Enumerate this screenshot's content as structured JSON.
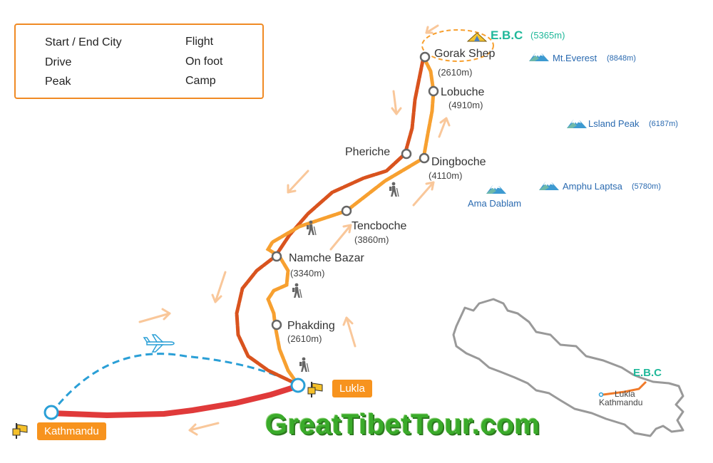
{
  "legend": {
    "start_end_city": "Start / End City",
    "drive": "Drive",
    "peak": "Peak",
    "flight": "Flight",
    "on_foot": "On foot",
    "camp": "Camp"
  },
  "stops": {
    "gorak_shep": {
      "name": "Gorak Shep",
      "alt": "(2610m)"
    },
    "lobuche": {
      "name": "Lobuche",
      "alt": "(4910m)"
    },
    "pheriche": {
      "name": "Pheriche"
    },
    "dingboche": {
      "name": "Dingboche",
      "alt": "(4110m)"
    },
    "tencboche": {
      "name": "Tencboche",
      "alt": "(3860m)"
    },
    "namche": {
      "name": "Namche Bazar",
      "alt": "(3340m)"
    },
    "phakding": {
      "name": "Phakding",
      "alt": "(2610m)"
    },
    "lukla": {
      "name": "Lukla"
    },
    "kathmandu": {
      "name": "Kathmandu"
    }
  },
  "ebc": {
    "name": "E.B.C",
    "alt": "(5365m)"
  },
  "peaks": {
    "everest": {
      "name": "Mt.Everest",
      "alt": "(8848m)"
    },
    "island": {
      "name": "Lsland Peak",
      "alt": "(6187m)"
    },
    "amphu": {
      "name": "Amphu Laptsa",
      "alt": "(5780m)"
    },
    "ama": {
      "name": "Ama Dablam"
    }
  },
  "inset": {
    "ebc": "E.B.C",
    "lukla": "Lukla",
    "kathmandu": "Kathmandu"
  },
  "brand": "GreatTibetTour.com",
  "colors": {
    "route_up": "#f7a030",
    "route_down": "#d9531e",
    "drive": "#e03a3a",
    "flight": "#2a9fd6",
    "badge": "#f7931e",
    "ebc": "#20b89a"
  }
}
